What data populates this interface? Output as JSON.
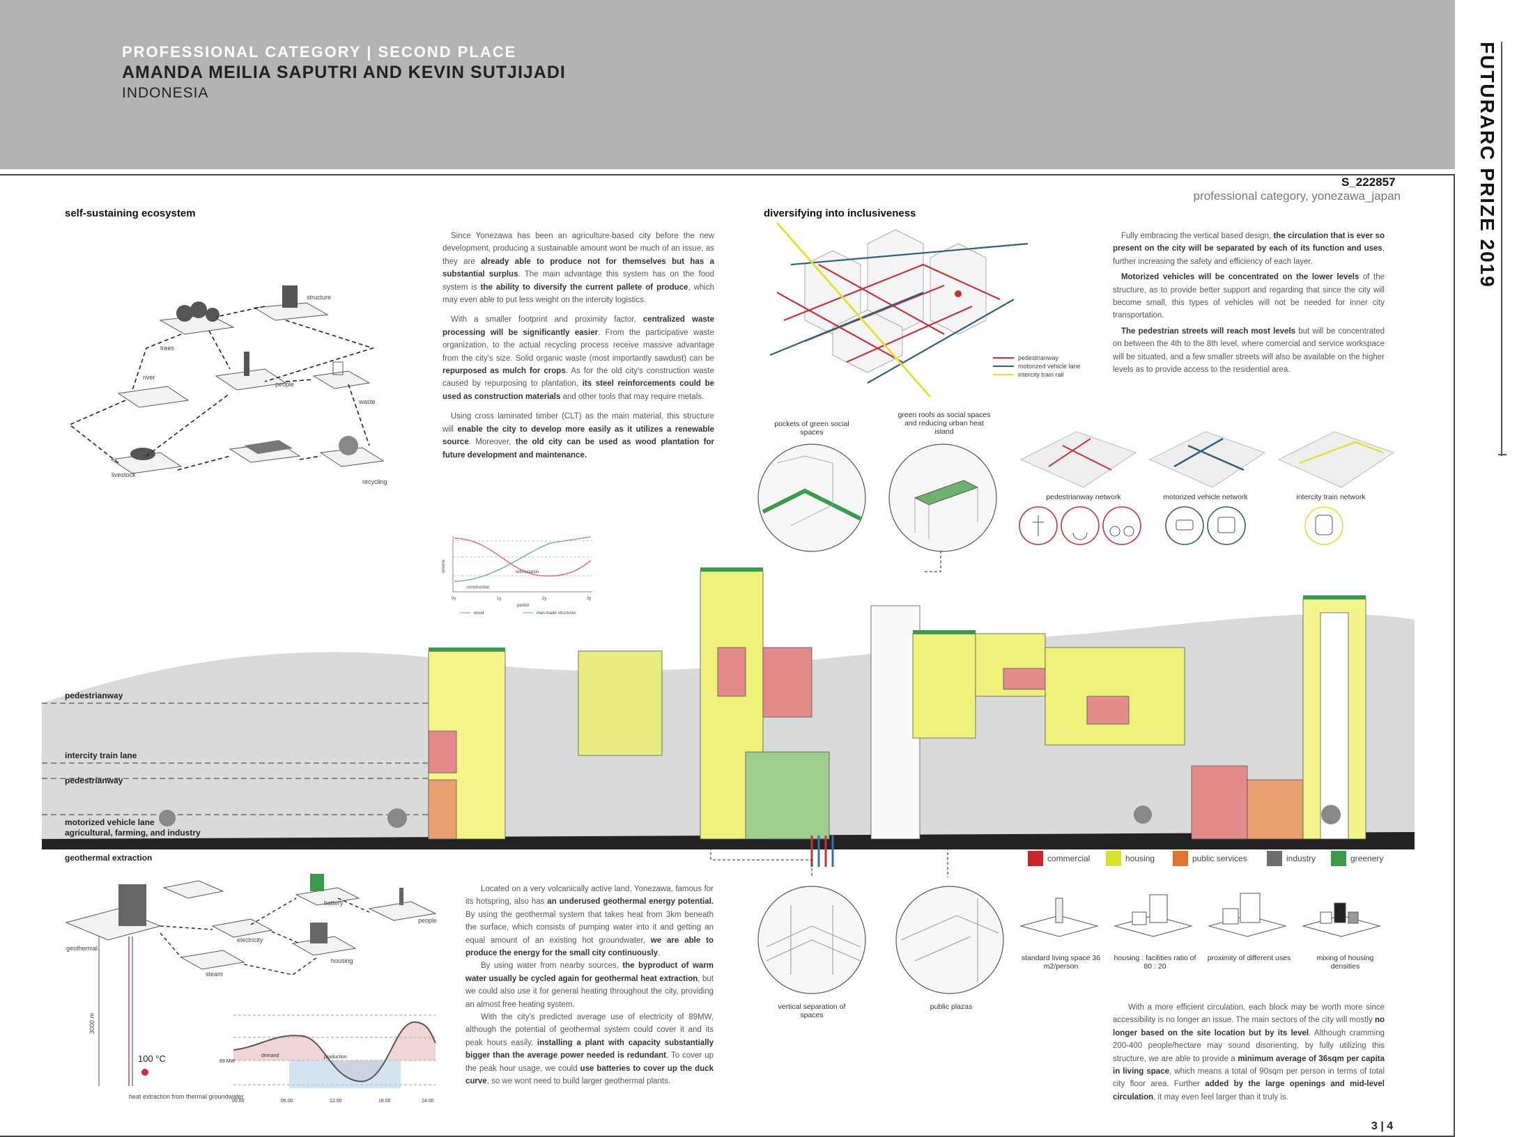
{
  "header": {
    "category_prefix": "PROFESSIONAL CATEGORY |",
    "category_place": "SECOND PLACE",
    "authors": "AMANDA MEILIA SAPUTRI AND KEVIN SUTJIJADI",
    "country": "INDONESIA"
  },
  "side_title": "FUTURARC PRIZE 2019",
  "submission": {
    "code": "S_222857",
    "subtitle": "professional category, yonezawa_japan"
  },
  "sections": {
    "ecosystem_title": "self-sustaining ecosystem",
    "inclusive_title": "diversifying into inclusiveness"
  },
  "ecosystem_labels": [
    "structure",
    "trees",
    "river",
    "people",
    "waste",
    "livestock",
    "recycling"
  ],
  "ecosystem_text": {
    "p1a": "Since Yonezawa has been an agriculture-based city before the new development, producing a sustainable amount wont be much of an issue, as they are ",
    "p1b": "already able to produce not for themselves but has a substantial surplus",
    "p1c": ". The main advantage this system has on the food system is ",
    "p1d": "the ability to diversify the current pallete of produce",
    "p1e": ", which may even able to put less weight on the intercity logistics.",
    "p2a": "With a smaller footprint and proximity factor, ",
    "p2b": "centralized waste processing will be significantly easier",
    "p2c": ". From the participative waste organization, to the actual recycling process receive massive advantage from the city's size. Solid organic waste (most importantly sawdust) can be ",
    "p2d": "repurposed as mulch for crops",
    "p2e": ". As for the old city's construction waste caused by repurposing to plantation, ",
    "p2f": "its steel reinforcements could be used as construction materials",
    "p2g": " and other tools that may require metals.",
    "p3a": "Using cross laminated timber (CLT) as the main material, this structure will ",
    "p3b": "enable the city to develop more easily as it utilizes a renewable source",
    "p3c": ". Moreover, ",
    "p3d": "the old city can be used as wood plantation for future development and maintenance."
  },
  "wood_chart": {
    "ylabel": "volume",
    "x_ticks": [
      "0y",
      "1y",
      "2y",
      "3y"
    ],
    "xlabel": "period",
    "annotations": [
      "reforestation",
      "construction"
    ],
    "legend": [
      "wood",
      "man-made structures"
    ],
    "colors": {
      "wood": "#d9737a",
      "structures": "#7fa6c7"
    }
  },
  "inclusive_text": {
    "p1a": "Fully embracing the vertical based design, ",
    "p1b": "the circulation that is ever so present on the city will be separated by each of its function and uses",
    "p1c": ", further increasing the safety and efficiency of each layer.",
    "p2a": "Motorized vehicles will be concentrated on the lower levels",
    "p2b": " of the structure, as to provide better support and regarding that since the city will become small, this types of vehicles will not be needed for inner city transportation.",
    "p3a": "The pedestrian streets will reach most levels",
    "p3b": " but will be concentrated on between the 4th to the 8th level, where comercial and service workspace will be situated, and a few smaller streets will also be available on the higher levels as to provide access to the residential area."
  },
  "circulation_legend": [
    "pedestrianway",
    "motorized vehicle lane",
    "intercity train rail"
  ],
  "circulation_colors": {
    "pedestrian": "#c2343a",
    "vehicle": "#2f5f7a",
    "train": "#e3e03a"
  },
  "circle_labels_top": [
    "pockets of green social spaces",
    "green roofs as social spaces and reducing urban heat island"
  ],
  "networks": [
    "pedestrianway network",
    "motorized vehicle network",
    "intercity train network"
  ],
  "section_labels": [
    "pedestrianway",
    "intercity train lane",
    "pedestrianway",
    "motorized vehicle lane",
    "agricultural, farming, and industry",
    "geothermal extraction"
  ],
  "program_legend": [
    {
      "label": "commercial",
      "color": "#c8252c"
    },
    {
      "label": "housing",
      "color": "#d7e22c"
    },
    {
      "label": "public services",
      "color": "#e0752f"
    },
    {
      "label": "industry",
      "color": "#6d6d6d"
    },
    {
      "label": "greenery",
      "color": "#3c9a4b"
    }
  ],
  "geo_labels": [
    "battery",
    "people",
    "electricity",
    "housing",
    "steam",
    "geothermal",
    "3000 m",
    "100 °C",
    "heat extraction from thermal groundwater"
  ],
  "duck_chart": {
    "x_ticks": [
      "00.00",
      "06.00",
      "12.00",
      "18.00",
      "24.00"
    ],
    "y_label": "89 MW",
    "annotations": [
      "demand",
      "production"
    ]
  },
  "geo_text": {
    "p1a": "Located on a very volcanically active land, Yonezawa, famous for its hotspring, also has ",
    "p1b": "an underused geothermal energy potential.",
    "p1c": " By using the geothermal system that takes heat from 3km beneath the surface, which consists of pumping water into it and getting an equal amount of an existing hot groundwater, ",
    "p1d": "we are able to produce the energy for the small city continuously",
    "p1e": ".",
    "p2a": "By using water from nearby sources, ",
    "p2b": "the byproduct of warm water usually be cycled again for geothermal heat extraction",
    "p2c": ", but we could also use it for general heating throughout the city, providing an almost free heating system.",
    "p3a": "With the city's predicted average use of electricity of 89MW, although the potential of geothermal system could cover it and its peak hours easily, ",
    "p3b": "installing a plant with capacity substantially bigger than the average power needed is redundant",
    "p3c": ". To cover up the peak hour usage, we could ",
    "p3d": "use batteries to cover up the duck curve",
    "p3e": ", so we wont need to build larger geothermal plants."
  },
  "circle_labels_bottom": [
    "vertical separation of spaces",
    "public plazas"
  ],
  "density_labels": [
    "standard living space 36 m2/person",
    "housing : facilities ratio of 80 : 20",
    "proximity of different uses",
    "mixing of housing densities"
  ],
  "density_text": {
    "p1a": "With a more efficient circulation, each block may be worth more since accessibility is no longer an issue. The main sectors of the city will mostly ",
    "p1b": "no longer based on the site location but by its level",
    "p1c": ". Although cramming 200-400 people/hectare may sound disorienting, by fully utilizing this structure, we are able to provide a ",
    "p1d": "minimum average of 36sqm per capita in living space",
    "p1e": ", which means a total of 90sqm per person in terms of total city floor area. Further ",
    "p1f": "added by the large openings and mid-level circulation",
    "p1g": ", it may even feel larger than it truly is."
  },
  "page_number": "3 | 4"
}
